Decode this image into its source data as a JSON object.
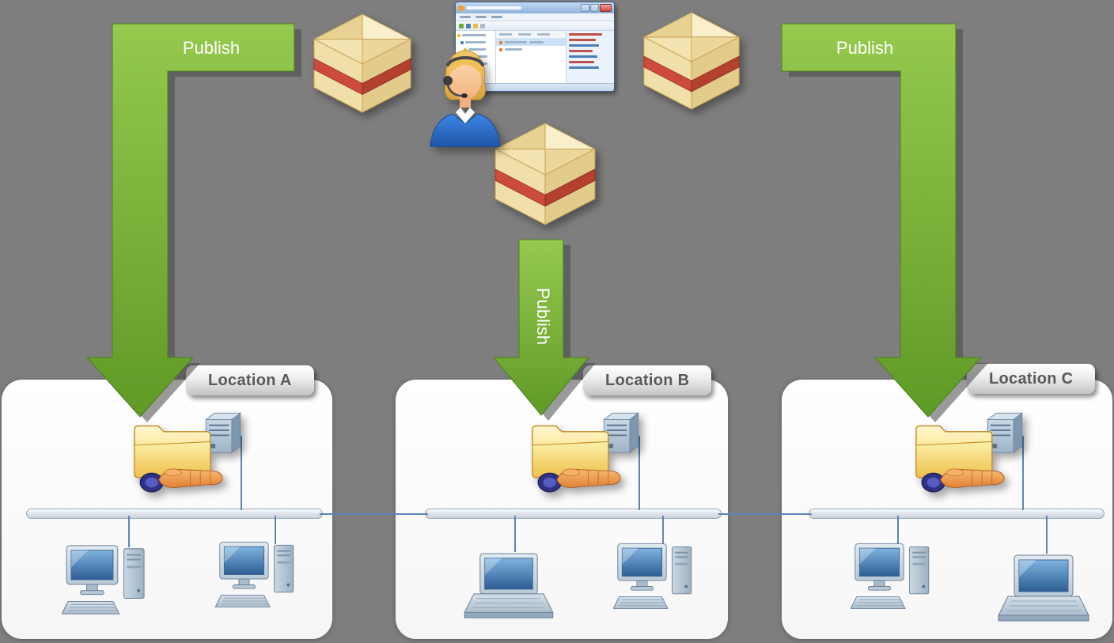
{
  "diagram": {
    "background_color": "#7E7E7E",
    "arrows": [
      {
        "id": "publish-left",
        "label": "Publish",
        "orientation": "elbow-down",
        "target": "Location A"
      },
      {
        "id": "publish-middle",
        "label": "Publish",
        "orientation": "vertical-down",
        "target": "Location B"
      },
      {
        "id": "publish-right",
        "label": "Publish",
        "orientation": "elbow-down",
        "target": "Location C"
      }
    ],
    "locations": [
      {
        "id": "location-a",
        "label": "Location A",
        "devices": [
          "desktop-computer",
          "desktop-computer"
        ]
      },
      {
        "id": "location-b",
        "label": "Location B",
        "devices": [
          "laptop-computer",
          "desktop-computer"
        ]
      },
      {
        "id": "location-c",
        "label": "Location C",
        "devices": [
          "desktop-computer",
          "laptop-computer"
        ]
      }
    ],
    "center_icons": [
      "software-package",
      "admin-user-with-headset",
      "management-console-window",
      "software-package",
      "software-package"
    ],
    "location_icon": "shared-folder-with-server",
    "colors": {
      "arrow_green": "#77B23F",
      "arrow_text": "#FFFFFF",
      "panel": "#FFFFFF",
      "label_text": "#595959",
      "network_line": "#5B85B5",
      "package_body": "#F2E0AC",
      "package_stripe": "#CC4B3C",
      "folder_yellow": "#F6CE58"
    }
  }
}
